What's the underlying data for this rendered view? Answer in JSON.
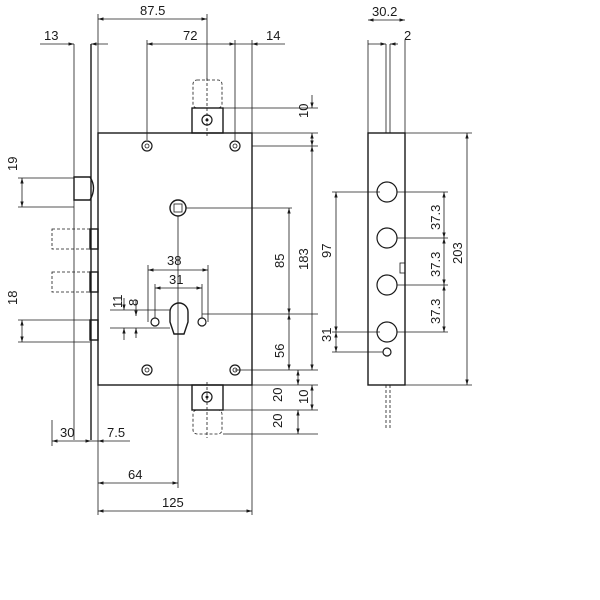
{
  "dimensions": {
    "top_87_5": "87.5",
    "top_72": "72",
    "top_13": "13",
    "top_14": "14",
    "side_30_2": "30.2",
    "side_2": "2",
    "right_10_top": "10",
    "right_183": "183",
    "right_85": "85",
    "right_56": "56",
    "right_20_a": "20",
    "right_10_bottom": "10",
    "right_20_b": "20",
    "left_19": "19",
    "left_18": "18",
    "cyl_38": "38",
    "cyl_31": "31",
    "cyl_11": "11",
    "cyl_8": "8",
    "bottom_30": "30",
    "bottom_7_5": "7.5",
    "bottom_64": "64",
    "bottom_125": "125",
    "side_97": "97",
    "side_31": "31",
    "side_203": "203",
    "side_37_3_a": "37.3",
    "side_37_3_b": "37.3",
    "side_37_3_c": "37.3"
  },
  "colors": {
    "line": "#1a1a1a",
    "background": "#ffffff"
  }
}
